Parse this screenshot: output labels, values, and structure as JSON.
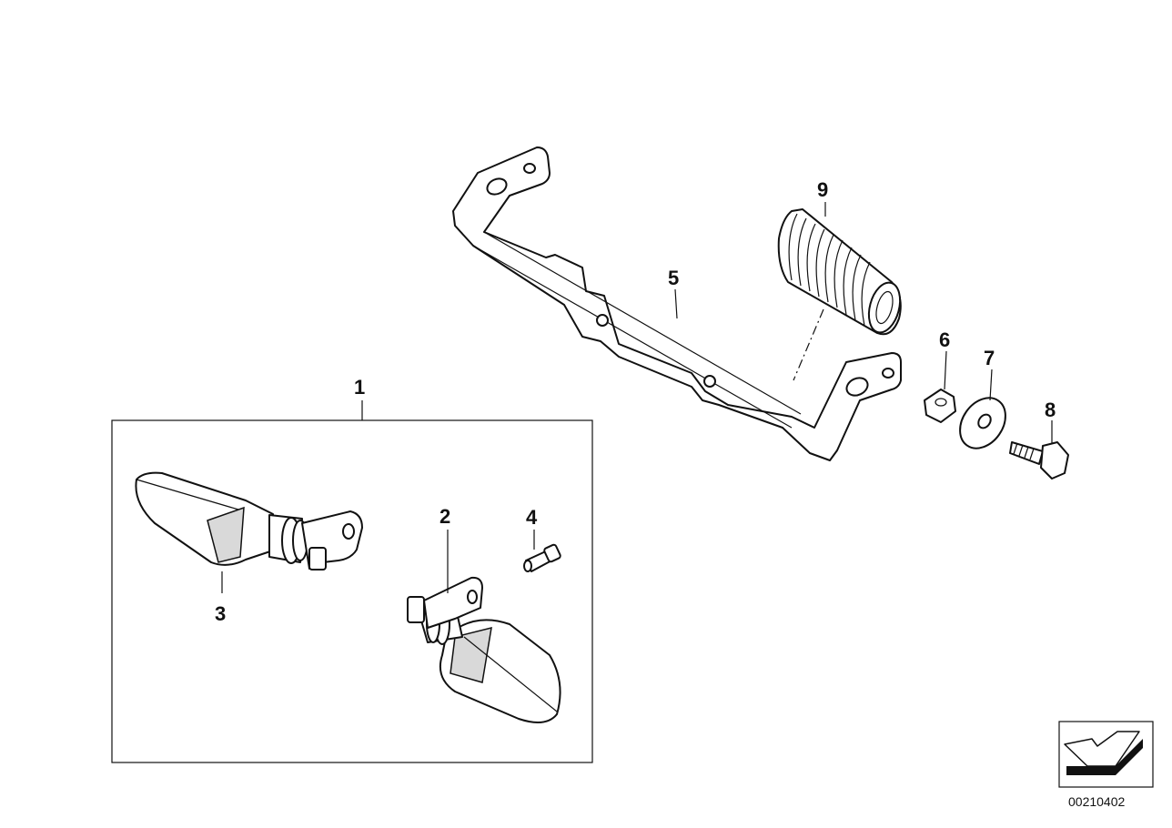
{
  "diagram": {
    "callouts": {
      "c1": "1",
      "c2": "2",
      "c3": "3",
      "c4": "4",
      "c5": "5",
      "c6": "6",
      "c7": "7",
      "c8": "8",
      "c9": "9"
    },
    "diagram_id": "00210402",
    "colors": {
      "line": "#111111",
      "background": "#ffffff",
      "shade": "#d9d9d9"
    },
    "icons": {
      "direction_badge": "arrow-left-down-icon"
    }
  }
}
